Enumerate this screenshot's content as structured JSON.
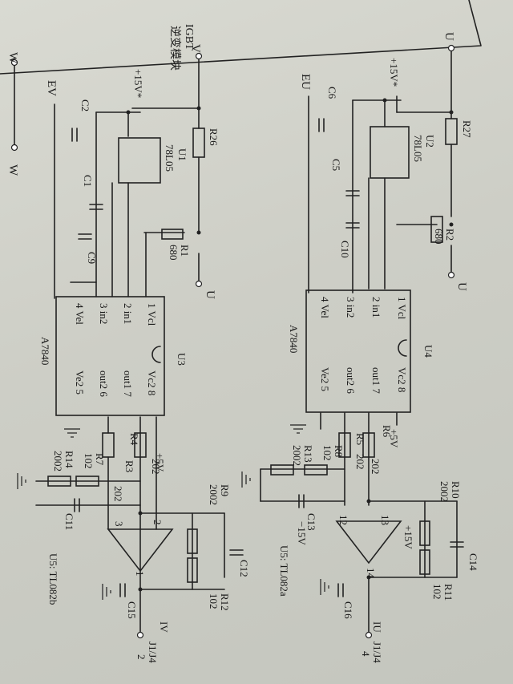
{
  "module_label": {
    "line1": "IGBT",
    "line2": "逆变模块"
  },
  "rails": {
    "u": "U",
    "v": "V",
    "w": "W",
    "eu": "EU",
    "ev": "EV"
  },
  "supply": {
    "plus15_star": "+15V*",
    "plus5": "+5V",
    "plus15": "+15V",
    "minus15": "−15V"
  },
  "regulators": {
    "u1_name": "U1",
    "u1_part": "78L05",
    "u2_name": "U2",
    "u2_part": "78L05"
  },
  "isoamps": {
    "u3_name": "U3",
    "u4_name": "U4",
    "part": "A7840",
    "pins_left": [
      "1 Vcl",
      "2 in1",
      "3 in2",
      "4 Vel"
    ],
    "pins_right": [
      "Vc2 8",
      "out1 7",
      "out2 6",
      "Ve2 5"
    ]
  },
  "resistors": {
    "r1": "R1",
    "r1v": "680",
    "r2": "R2",
    "r2v": "680",
    "r3": "R3",
    "r3v": "202",
    "r4": "R4",
    "r4v": "202",
    "r5": "R5",
    "r5v": "202",
    "r6": "R6",
    "r6v": "202",
    "r7": "R7",
    "r7v": "102",
    "r8": "R8",
    "r8v": "102",
    "r9": "R9",
    "r9v": "2002",
    "r10": "R10",
    "r10v": "2002",
    "r11": "R11",
    "r11v": "102",
    "r12": "R12",
    "r12v": "102",
    "r13": "R13",
    "r13v": "2002",
    "r14": "R14",
    "r14v": "2002",
    "r26": "R26",
    "r27": "R27"
  },
  "capacitors": {
    "c1": "C1",
    "c2": "C2",
    "c5": "C5",
    "c6": "C6",
    "c9": "C9",
    "c10": "C10",
    "c11": "C11",
    "c12": "C12",
    "c13": "C13",
    "c14": "C14",
    "c15": "C15",
    "c16": "C16"
  },
  "opamp_pins": {
    "p1": "1",
    "p2": "2",
    "p3": "3",
    "p12": "12",
    "p13": "13",
    "p14": "14"
  },
  "outputs": {
    "iv": "IV",
    "iu": "IU",
    "j1j4_a": "J1/J4",
    "j1j4_b": "J1/J4",
    "pin2": "2",
    "pin4": "4"
  },
  "opamp_parts": {
    "u5b": "U5: TL082b",
    "u5a": "U5: TL082a"
  }
}
